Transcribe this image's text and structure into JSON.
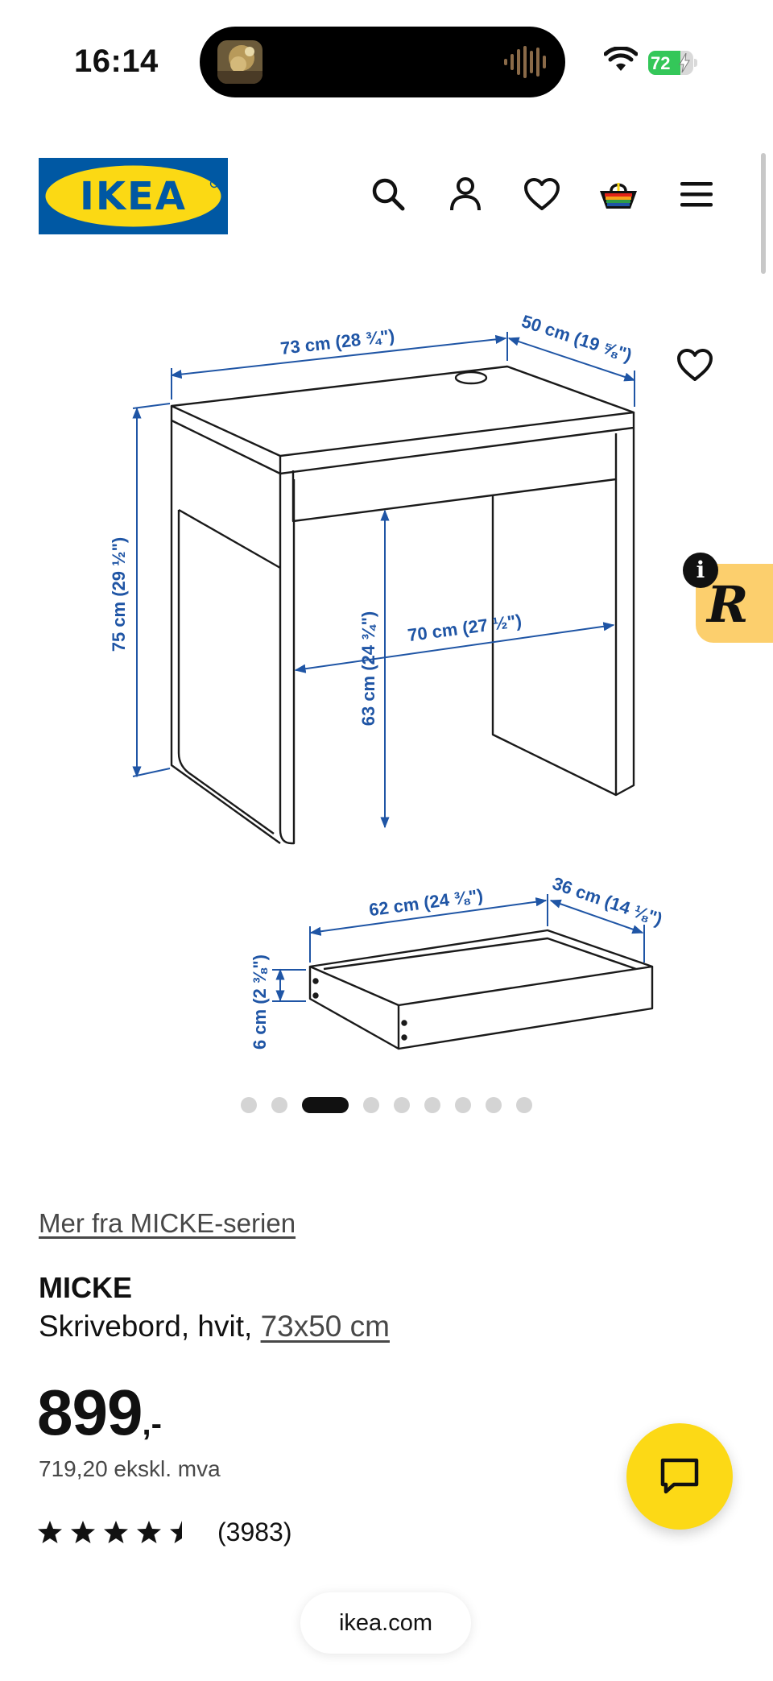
{
  "status_bar": {
    "time": "16:14",
    "battery_percent": "72",
    "battery_level": 0.72
  },
  "header": {
    "logo_text": "IKEA",
    "icons": [
      "search-icon",
      "profile-icon",
      "favourites-icon",
      "shopping-bag-icon",
      "menu-icon"
    ]
  },
  "product_image": {
    "dimensions": {
      "desk_width": "73 cm (28 ¾\")",
      "desk_depth": "50 cm (19 ⅝\")",
      "desk_height": "75 cm (29 ½\")",
      "knee_height": "63 cm (24 ¾\")",
      "knee_width": "70 cm (27 ½\")",
      "drawer_width": "62 cm (24 ⅜\")",
      "drawer_depth": "36 cm (14 ⅛\")",
      "drawer_height": "6 cm (2 ⅜\")"
    },
    "badge_letter": "R",
    "badge_info": "i"
  },
  "carousel": {
    "count": 9,
    "active_index": 2
  },
  "product": {
    "series_link": "Mer fra MICKE-serien",
    "name": "MICKE",
    "desc_prefix": "Skrivebord, hvit, ",
    "size_link": "73x50 cm",
    "price": "899",
    "price_suffix": ",-",
    "price_ex_vat": "719,20 ekskl. mva",
    "rating_value": 4.5,
    "rating_count": "(3983)"
  },
  "browser": {
    "url": "ikea.com"
  },
  "colors": {
    "ikea_blue": "#0058a3",
    "ikea_yellow": "#fbd914",
    "dimension_blue": "#1f55a5",
    "badge_bg": "#fccf6d"
  }
}
